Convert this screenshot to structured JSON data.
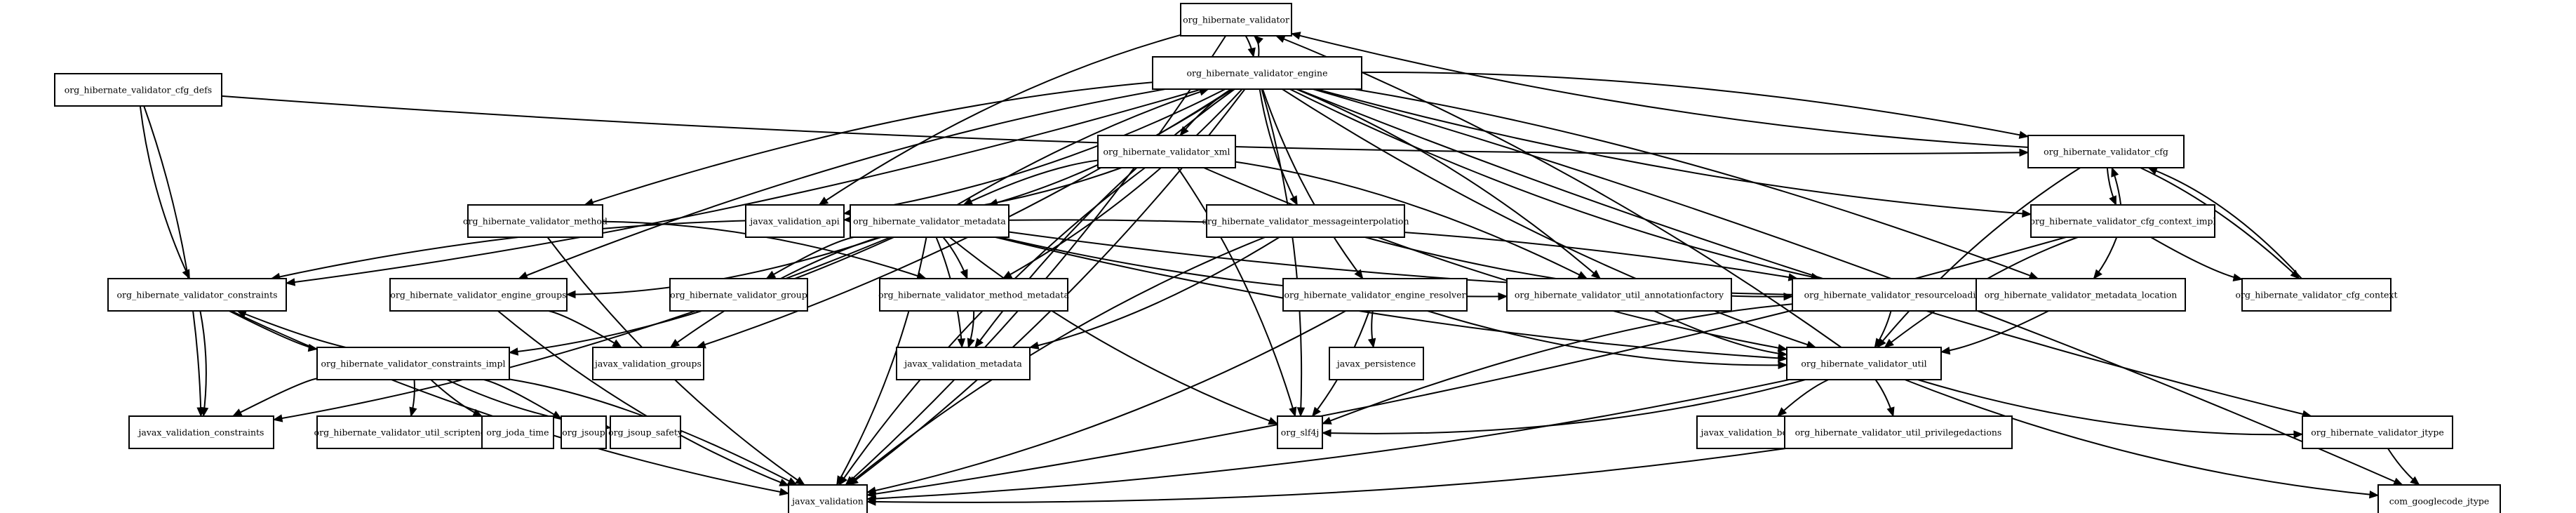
{
  "nodes": [
    {
      "id": "n0",
      "label": "org_hibernate_validator"
    },
    {
      "id": "n1",
      "label": "org_hibernate_validator_engine"
    },
    {
      "id": "n2",
      "label": "org_hibernate_validator_cfg_defs"
    },
    {
      "id": "n3",
      "label": "org_hibernate_validator_xml"
    },
    {
      "id": "n4",
      "label": "org_hibernate_validator_method"
    },
    {
      "id": "n5",
      "label": "javax_validation_api"
    },
    {
      "id": "n6",
      "label": "org_hibernate_validator_metadata"
    },
    {
      "id": "n7",
      "label": "org_hibernate_validator_messageinterpolation"
    },
    {
      "id": "n8",
      "label": "org_hibernate_validator_cfg"
    },
    {
      "id": "n9",
      "label": "org_hibernate_validator_cfg_context_impl"
    },
    {
      "id": "n10",
      "label": "org_hibernate_validator_constraints"
    },
    {
      "id": "n11",
      "label": "org_hibernate_validator_engine_groups"
    },
    {
      "id": "n12",
      "label": "org_hibernate_validator_group"
    },
    {
      "id": "n13",
      "label": "org_hibernate_validator_method_metadata"
    },
    {
      "id": "n14",
      "label": "org_hibernate_validator_engine_resolver"
    },
    {
      "id": "n15",
      "label": "org_hibernate_validator_util_annotationfactory"
    },
    {
      "id": "n16",
      "label": "org_hibernate_validator_resourceloading"
    },
    {
      "id": "n17",
      "label": "org_hibernate_validator_metadata_location"
    },
    {
      "id": "n18",
      "label": "org_hibernate_validator_cfg_context"
    },
    {
      "id": "n19",
      "label": "org_hibernate_validator_constraints_impl"
    },
    {
      "id": "n20",
      "label": "javax_validation_groups"
    },
    {
      "id": "n21",
      "label": "javax_validation_metadata"
    },
    {
      "id": "n22",
      "label": "javax_persistence"
    },
    {
      "id": "n23",
      "label": "org_hibernate_validator_util"
    },
    {
      "id": "n24",
      "label": "javax_validation_constraints"
    },
    {
      "id": "n25",
      "label": "org_hibernate_validator_util_scriptengine"
    },
    {
      "id": "n26",
      "label": "org_joda_time"
    },
    {
      "id": "n27",
      "label": "org_jsoup"
    },
    {
      "id": "n28",
      "label": "org_jsoup_safety"
    },
    {
      "id": "n29",
      "label": "org_slf4j"
    },
    {
      "id": "n30",
      "label": "javax_validation_bootstrap"
    },
    {
      "id": "n31",
      "label": "org_hibernate_validator_util_privilegedactions"
    },
    {
      "id": "n32",
      "label": "org_hibernate_validator_jtype"
    },
    {
      "id": "n33",
      "label": "javax_validation"
    },
    {
      "id": "n34",
      "label": "com_googlecode_jtype"
    }
  ],
  "edges": [
    [
      "n0",
      "n1"
    ],
    [
      "n0",
      "n5"
    ],
    [
      "n0",
      "n33"
    ],
    [
      "n1",
      "n0"
    ],
    [
      "n1",
      "n5"
    ],
    [
      "n1",
      "n3"
    ],
    [
      "n1",
      "n6"
    ],
    [
      "n1",
      "n7"
    ],
    [
      "n1",
      "n8"
    ],
    [
      "n1",
      "n9"
    ],
    [
      "n1",
      "n10"
    ],
    [
      "n1",
      "n11"
    ],
    [
      "n1",
      "n13"
    ],
    [
      "n1",
      "n14"
    ],
    [
      "n1",
      "n15"
    ],
    [
      "n1",
      "n16"
    ],
    [
      "n1",
      "n17"
    ],
    [
      "n1",
      "n23"
    ],
    [
      "n1",
      "n29"
    ],
    [
      "n1",
      "n32"
    ],
    [
      "n1",
      "n33"
    ],
    [
      "n1",
      "n4"
    ],
    [
      "n1",
      "n20"
    ],
    [
      "n1",
      "n21"
    ],
    [
      "n1",
      "n34"
    ],
    [
      "n2",
      "n10"
    ],
    [
      "n2",
      "n24"
    ],
    [
      "n2",
      "n8"
    ],
    [
      "n3",
      "n5"
    ],
    [
      "n3",
      "n6"
    ],
    [
      "n3",
      "n15"
    ],
    [
      "n3",
      "n23"
    ],
    [
      "n3",
      "n29"
    ],
    [
      "n3",
      "n33"
    ],
    [
      "n4",
      "n13"
    ],
    [
      "n4",
      "n33"
    ],
    [
      "n6",
      "n1"
    ],
    [
      "n6",
      "n10"
    ],
    [
      "n6",
      "n11"
    ],
    [
      "n6",
      "n12"
    ],
    [
      "n6",
      "n13"
    ],
    [
      "n6",
      "n15"
    ],
    [
      "n6",
      "n16"
    ],
    [
      "n6",
      "n17"
    ],
    [
      "n6",
      "n19"
    ],
    [
      "n6",
      "n20"
    ],
    [
      "n6",
      "n21"
    ],
    [
      "n6",
      "n23"
    ],
    [
      "n6",
      "n24"
    ],
    [
      "n6",
      "n29"
    ],
    [
      "n6",
      "n33"
    ],
    [
      "n7",
      "n16"
    ],
    [
      "n7",
      "n21"
    ],
    [
      "n7",
      "n33"
    ],
    [
      "n8",
      "n0"
    ],
    [
      "n8",
      "n9"
    ],
    [
      "n8",
      "n18"
    ],
    [
      "n8",
      "n23"
    ],
    [
      "n9",
      "n8"
    ],
    [
      "n9",
      "n18"
    ],
    [
      "n9",
      "n17"
    ],
    [
      "n9",
      "n23"
    ],
    [
      "n9",
      "n33"
    ],
    [
      "n10",
      "n19"
    ],
    [
      "n10",
      "n24"
    ],
    [
      "n10",
      "n33"
    ],
    [
      "n11",
      "n20"
    ],
    [
      "n11",
      "n33"
    ],
    [
      "n13",
      "n21"
    ],
    [
      "n14",
      "n22"
    ],
    [
      "n14",
      "n29"
    ],
    [
      "n14",
      "n23"
    ],
    [
      "n14",
      "n33"
    ],
    [
      "n15",
      "n23"
    ],
    [
      "n16",
      "n23"
    ],
    [
      "n16",
      "n29"
    ],
    [
      "n17",
      "n23"
    ],
    [
      "n18",
      "n8"
    ],
    [
      "n19",
      "n10"
    ],
    [
      "n19",
      "n24"
    ],
    [
      "n19",
      "n25"
    ],
    [
      "n19",
      "n26"
    ],
    [
      "n19",
      "n27"
    ],
    [
      "n19",
      "n28"
    ],
    [
      "n19",
      "n33"
    ],
    [
      "n23",
      "n0"
    ],
    [
      "n23",
      "n29"
    ],
    [
      "n23",
      "n30"
    ],
    [
      "n23",
      "n31"
    ],
    [
      "n23",
      "n32"
    ],
    [
      "n23",
      "n33"
    ],
    [
      "n23",
      "n34"
    ],
    [
      "n31",
      "n33"
    ],
    [
      "n32",
      "n34"
    ]
  ]
}
